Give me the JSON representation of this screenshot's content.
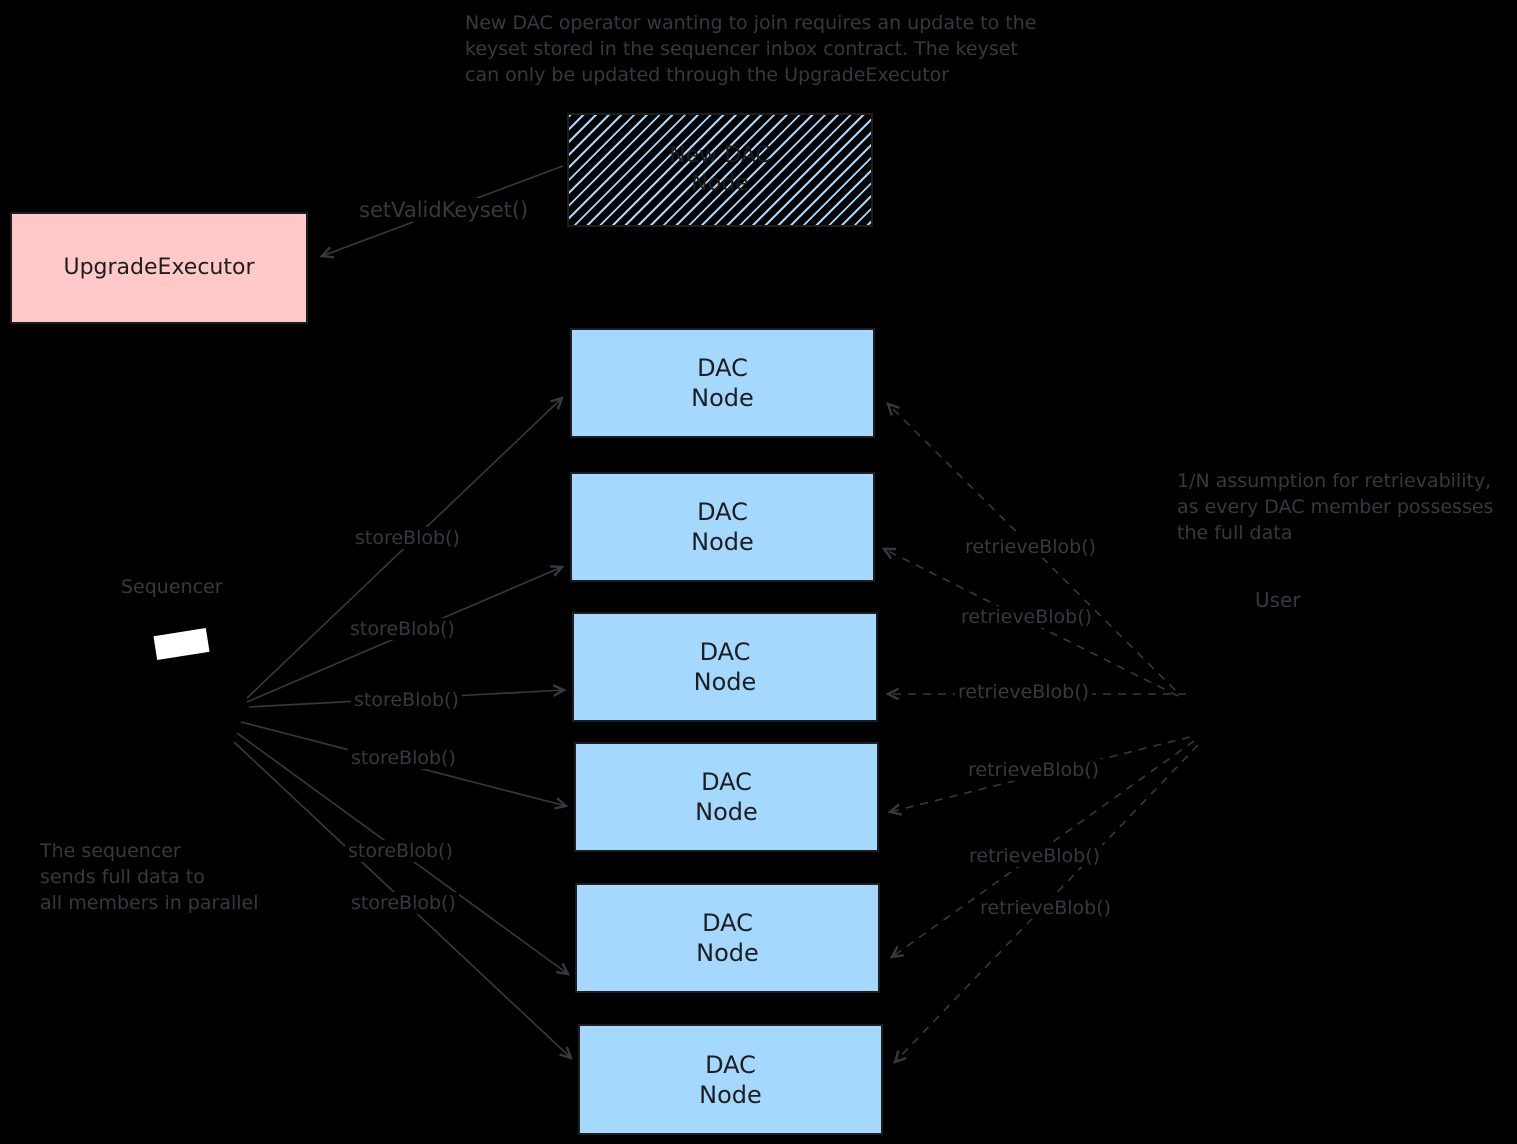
{
  "colors": {
    "background": "#000000",
    "annotation_text": "#343a40",
    "box_text": "#1e1e1e",
    "dac_node_fill": "#a5d8ff",
    "upgrade_executor_fill": "#ffc9c9",
    "box_border": "#1e1e1e",
    "arrow": "#343a40",
    "sequencer_screen": "#ffffff"
  },
  "notes": {
    "top": [
      "New DAC operator wanting to join requires an update to the",
      "keyset stored in the sequencer inbox contract. The keyset",
      "can only be updated through the UpgradeExecutor"
    ],
    "left": [
      "The sequencer",
      "sends full data to",
      "all members in parallel"
    ],
    "right": [
      "1/N assumption for retrievability,",
      "as every DAC member possesses",
      "the full data"
    ]
  },
  "labels": {
    "sequencer": "Sequencer",
    "user": "User",
    "set_valid_keyset": "setValidKeyset()",
    "store_blob": "storeBlob()",
    "retrieve_blob": "retrieveBlob()"
  },
  "boxes": {
    "upgrade_executor": "UpgradeExecutor",
    "new_dac_node": {
      "line1": "New DAC",
      "line2": "Node"
    },
    "dac_node": {
      "line1": "DAC",
      "line2": "Node"
    },
    "dac_node_count": 6
  }
}
